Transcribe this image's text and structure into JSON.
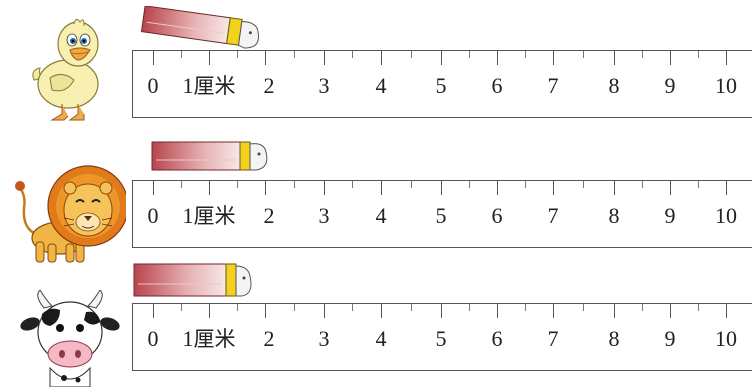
{
  "unit_label": "厘米",
  "ruler_numbers": [
    "0",
    "1",
    "2",
    "3",
    "4",
    "5",
    "6",
    "7",
    "8",
    "9",
    "10"
  ],
  "rows": [
    {
      "animal": "duck-icon"
    },
    {
      "animal": "lion-icon"
    },
    {
      "animal": "cow-icon"
    }
  ],
  "colors": {
    "eraser_body": "#c7656a",
    "eraser_sleeve": "#f2d21c",
    "ruler_line": "#555555"
  }
}
